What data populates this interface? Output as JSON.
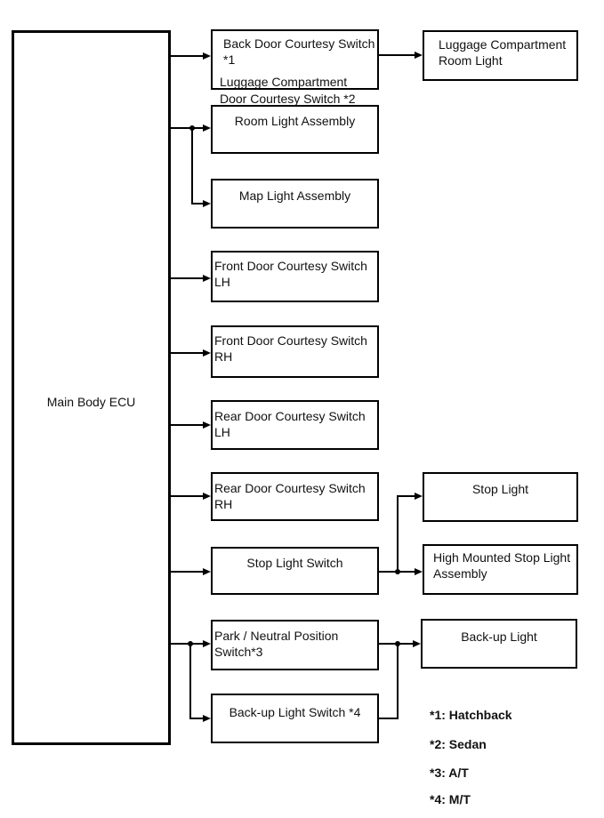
{
  "boxes": {
    "ecu": {
      "label": "Main Body ECU"
    },
    "back_door": {
      "line1": "Back Door Courtesy Switch *1",
      "line2": "Luggage Compartment Door Courtesy Switch *2"
    },
    "room_light": {
      "label": "Room Light Assembly"
    },
    "map_light": {
      "label": "Map Light Assembly"
    },
    "front_door_lh": {
      "label": "Front Door Courtesy Switch LH"
    },
    "front_door_rh": {
      "label": "Front Door Courtesy Switch RH"
    },
    "rear_door_lh": {
      "label": "Rear Door Courtesy Switch LH"
    },
    "rear_door_rh": {
      "label": "Rear Door Courtesy Switch RH"
    },
    "stop_light_switch": {
      "label": "Stop Light Switch"
    },
    "park_neutral_switch": {
      "label": "Park / Neutral Position Switch*3"
    },
    "backup_light_switch": {
      "label": "Back-up Light Switch *4"
    },
    "luggage_room_light": {
      "line1": "Luggage Compartment",
      "line2": "Room Light"
    },
    "stop_light": {
      "label": "Stop Light"
    },
    "high_mounted_stop_light": {
      "line1": "High Mounted Stop Light",
      "line2": "Assembly"
    },
    "backup_light": {
      "label": "Back-up Light"
    }
  },
  "footnotes": {
    "f1": "*1: Hatchback",
    "f2": "*2: Sedan",
    "f3": "*3: A/T",
    "f4": "*4: M/T"
  },
  "colors": {
    "line": "#000000",
    "text": "#111111",
    "background": "#ffffff"
  }
}
